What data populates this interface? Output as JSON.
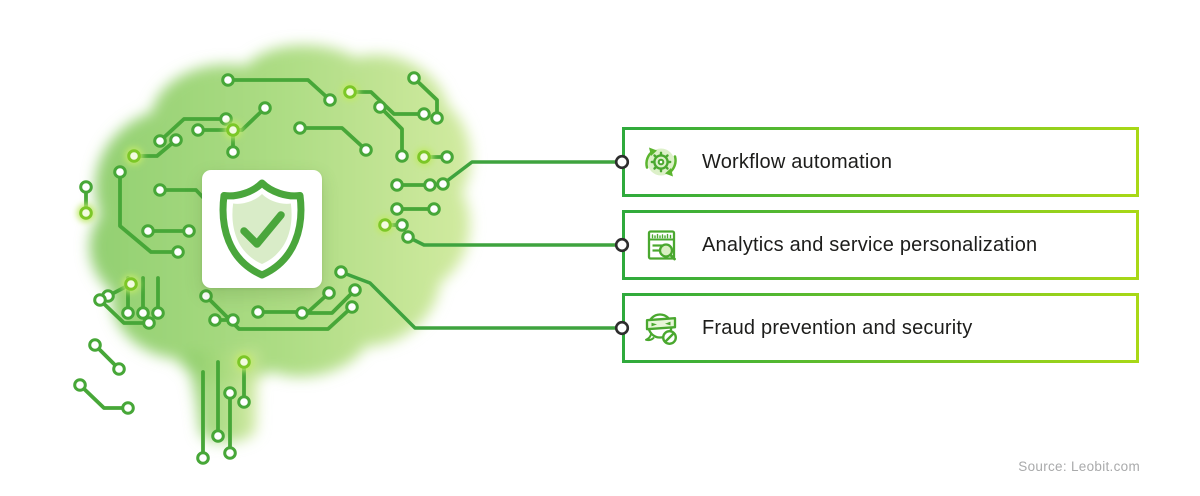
{
  "figure": {
    "type": "infographic",
    "subject": "AI brain circuit with security shield and fintech AI use cases",
    "items": [
      {
        "label": "Workflow automation",
        "icon": "workflow-automation-icon"
      },
      {
        "label": "Analytics and service personalization",
        "icon": "analytics-icon"
      },
      {
        "label": "Fraud prevention and security",
        "icon": "fraud-prevention-icon"
      }
    ],
    "center_icon": "shield-check-icon",
    "source": {
      "text": "Source: Leobit.com"
    },
    "colors": {
      "trace_green": "#47a738",
      "connector_green": "#3ea33e",
      "border_gradient_start": "#2faa3c",
      "border_gradient_end": "#a8d816",
      "brain_fill_left": "#8ccd6a",
      "brain_fill_right": "#cfe99b",
      "glow_node": "#bfe96a",
      "icon_green": "#4aa82f",
      "shield_inner_fill": "#d9ecc8",
      "label_text": "#1d1d1b",
      "source_text": "#a9aaab",
      "connector_node_stroke": "#2d2d2d"
    }
  }
}
